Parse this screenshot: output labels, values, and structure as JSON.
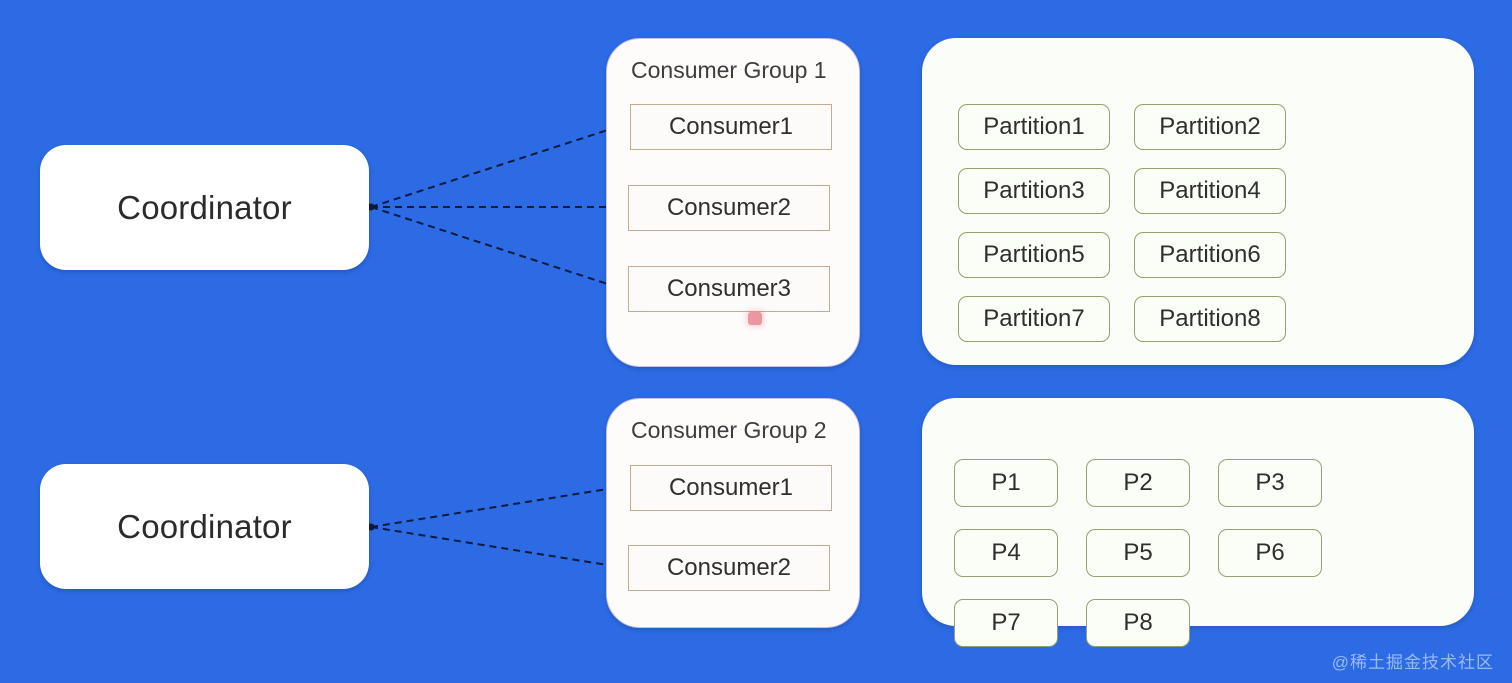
{
  "background_color": "#2c6be4",
  "coordinators": [
    {
      "label": "Coordinator"
    },
    {
      "label": "Coordinator"
    }
  ],
  "consumer_groups": [
    {
      "title": "Consumer Group 1",
      "consumers": [
        {
          "label": "Consumer1"
        },
        {
          "label": "Consumer2"
        },
        {
          "label": "Consumer3"
        }
      ]
    },
    {
      "title": "Consumer Group 2",
      "consumers": [
        {
          "label": "Consumer1"
        },
        {
          "label": "Consumer2"
        }
      ]
    }
  ],
  "partition_panels": [
    {
      "partitions": [
        {
          "label": "Partition1"
        },
        {
          "label": "Partition2"
        },
        {
          "label": "Partition3"
        },
        {
          "label": "Partition4"
        },
        {
          "label": "Partition5"
        },
        {
          "label": "Partition6"
        },
        {
          "label": "Partition7"
        },
        {
          "label": "Partition8"
        }
      ]
    },
    {
      "partitions": [
        {
          "label": "P1"
        },
        {
          "label": "P2"
        },
        {
          "label": "P3"
        },
        {
          "label": "P4"
        },
        {
          "label": "P5"
        },
        {
          "label": "P6"
        },
        {
          "label": "P7"
        },
        {
          "label": "P8"
        }
      ]
    }
  ],
  "colors": {
    "background": "#2c6be4",
    "consumer_border": "#caa991",
    "partition_border": "#93a273",
    "group_border": "#c9c2e8",
    "arrow": "#0f1b3d",
    "marker": "#e05a6a"
  },
  "watermark": "@稀土掘金技术社区"
}
